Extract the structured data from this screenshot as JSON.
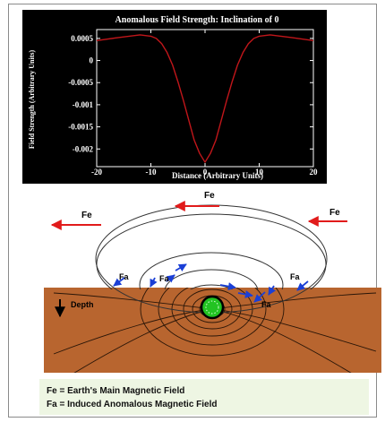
{
  "chart_data": {
    "type": "line",
    "title": "Anomalous Field Strength: Inclination of 0",
    "xlabel": "Distance (Arbitrary Units)",
    "ylabel": "Field Strength (Arbitrary Units)",
    "xlim": [
      -20,
      20
    ],
    "ylim": [
      -0.0024,
      0.0007
    ],
    "x_ticks": [
      "-20",
      "-10",
      "0",
      "10",
      "20"
    ],
    "y_ticks": [
      "0.0005",
      "0",
      "-0.0005",
      "-0.001",
      "-0.0015",
      "-0.002"
    ],
    "series": [
      {
        "color": "#c0161a",
        "x": [
          -20,
          -16,
          -12,
          -10,
          -9,
          -8,
          -7,
          -6,
          -5,
          -4,
          -3,
          -2,
          -1,
          0,
          1,
          2,
          3,
          4,
          5,
          6,
          7,
          8,
          9,
          10,
          12,
          16,
          20
        ],
        "y": [
          0.00045,
          0.00052,
          0.00058,
          0.00055,
          0.0005,
          0.00038,
          0.00018,
          -0.0001,
          -0.00048,
          -0.0009,
          -0.00135,
          -0.0018,
          -0.0021,
          -0.0023,
          -0.0021,
          -0.0018,
          -0.00135,
          -0.0009,
          -0.00048,
          -0.0001,
          0.00018,
          0.00038,
          0.0005,
          0.00055,
          0.00058,
          0.00052,
          0.00045
        ]
      }
    ]
  },
  "diagram": {
    "label_fe_top": "Fe",
    "label_fe_left": "Fe",
    "label_fe_right": "Fe",
    "label_fa_left": "Fa",
    "label_fa_inner": "Fa",
    "label_fa_right": "Fa",
    "label_fa_bottom": "Fa",
    "depth_label": "Depth",
    "colors": {
      "ground": "#b8652f",
      "field_arrow": "#e11b1b",
      "anomaly_arrow": "#1a3fd6",
      "body": "#22c322"
    }
  },
  "legend": {
    "fe_line": "Fe = Earth's Main Magnetic Field",
    "fa_line": "Fa = Induced Anomalous Magnetic Field"
  }
}
